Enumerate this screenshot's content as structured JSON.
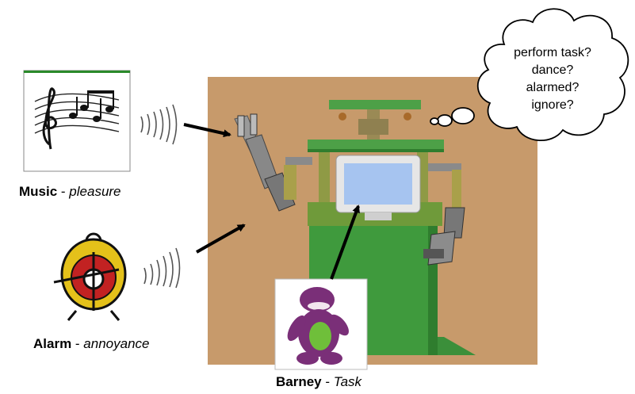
{
  "labels": {
    "music": {
      "name": "Music",
      "sep": " - ",
      "desc": "pleasure"
    },
    "alarm": {
      "name": "Alarm",
      "sep": " - ",
      "desc": "annoyance"
    },
    "barney": {
      "name": "Barney",
      "sep": " - ",
      "desc": "Task"
    }
  },
  "thought_bubble": {
    "lines": [
      "perform task?",
      "dance?",
      "alarmed?",
      "ignore?"
    ]
  },
  "colors": {
    "background_panel": "#c79a6b",
    "robot_green": "#3f9a3d",
    "robot_olive": "#8f9a45",
    "monitor_screen": "#a6c4f0",
    "barney_purple": "#7a2f78",
    "alarm_red": "#c22222",
    "alarm_yellow": "#e4c11a"
  },
  "icons": [
    "music-score-icon",
    "alarm-clock-icon",
    "barney-toy-icon",
    "sound-wave-icon",
    "arrow-icon",
    "thought-cloud-icon"
  ]
}
